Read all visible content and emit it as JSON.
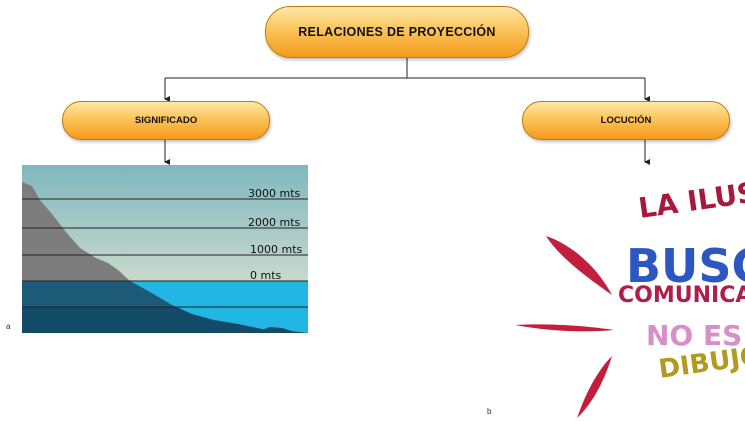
{
  "diagram": {
    "root": "RELACIONES DE PROYECCIÓN",
    "left_branch": "SIGNIFICADO",
    "right_branch": "LOCUCIÓN",
    "figure_a": {
      "caption": "a",
      "levels": [
        "3000 mts",
        "2000 mts",
        "1000 mts",
        "0 mts"
      ]
    },
    "figure_b": {
      "caption": "b",
      "words": [
        "LA ILUSTRACIÓ",
        "BUSCA",
        "COMUNICAR",
        "NO ES",
        "DIBUJO"
      ]
    }
  }
}
